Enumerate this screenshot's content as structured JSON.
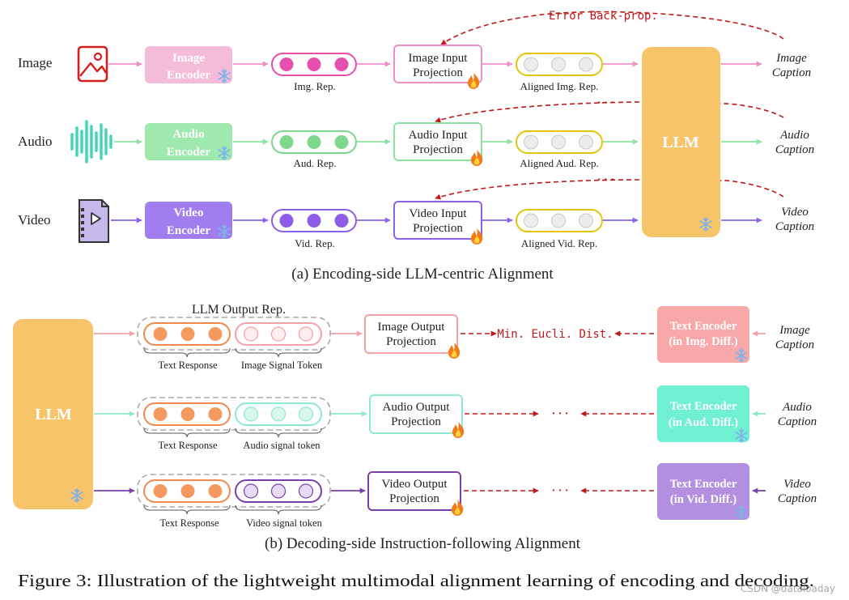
{
  "colors": {
    "image": "#ee8fc8",
    "image_box": "#f5bcd9",
    "image_dot": "#e64fae",
    "audio": "#8ee3a2",
    "audio_box": "#9fe8ae",
    "audio_dot": "#7dd88e",
    "video": "#8a63e8",
    "video_box": "#a07ef0",
    "video_dot": "#8c5ee8",
    "llm": "#f7c46a",
    "gold": "#e4c40c",
    "arrow_red": "#c01818",
    "orange_dot": "#f59a5e"
  },
  "icons": [
    "image-icon",
    "audio-waveform-icon",
    "video-file-icon",
    "snowflake-icon",
    "fire-icon"
  ],
  "encoding": {
    "modalities": [
      {
        "input_label": "Image",
        "encoder": [
          "Image",
          "Encoder"
        ],
        "rep_label": "Img. Rep.",
        "projection": [
          "Image Input",
          "Projection"
        ],
        "aligned_label": "Aligned Img. Rep.",
        "caption": [
          "Image",
          "Caption"
        ]
      },
      {
        "input_label": "Audio",
        "encoder": [
          "Audio",
          "Encoder"
        ],
        "rep_label": "Aud. Rep.",
        "projection": [
          "Audio Input",
          "Projection"
        ],
        "aligned_label": "Aligned Aud. Rep.",
        "caption": [
          "Audio",
          "Caption"
        ]
      },
      {
        "input_label": "Video",
        "encoder": [
          "Video",
          "Encoder"
        ],
        "rep_label": "Vid. Rep.",
        "projection": [
          "Video Input",
          "Projection"
        ],
        "aligned_label": "Aligned Vid. Rep.",
        "caption": [
          "Video",
          "Caption"
        ]
      }
    ],
    "llm_label": "LLM",
    "backprop_label": "Error Back-prop.",
    "ellipsis": "· · ·",
    "subcaption": "(a) Encoding-side LLM-centric Alignment"
  },
  "decoding": {
    "llm_label": "LLM",
    "output_rep_label": "LLM Output Rep.",
    "rows": [
      {
        "text_response": "Text Response",
        "signal_token": "Image Signal Token",
        "projection": [
          "Image Output",
          "Projection"
        ],
        "middle": "Min. Eucli. Dist.",
        "encoder": [
          "Text Encoder",
          "(in Img. Diff.)"
        ],
        "caption": [
          "Image",
          "Caption"
        ]
      },
      {
        "text_response": "Text Response",
        "signal_token": "Audio signal token",
        "projection": [
          "Audio Output",
          "Projection"
        ],
        "middle": "· · ·",
        "encoder": [
          "Text Encoder",
          "(in Aud. Diff.)"
        ],
        "caption": [
          "Audio",
          "Caption"
        ]
      },
      {
        "text_response": "Text Response",
        "signal_token": "Video signal token",
        "projection": [
          "Video Output",
          "Projection"
        ],
        "middle": "· · ·",
        "encoder": [
          "Text Encoder",
          "(in Vid. Diff.)"
        ],
        "caption": [
          "Video",
          "Caption"
        ]
      }
    ],
    "subcaption": "(b) Decoding-side Instruction-following Alignment"
  },
  "figure_caption": "Figure 3: Illustration of the lightweight multimodal alignment learning of encoding and decoding.",
  "watermark": "CSDN @dataloaday"
}
